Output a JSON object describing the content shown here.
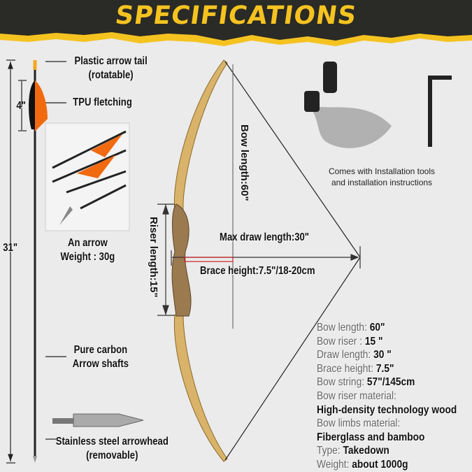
{
  "header": {
    "title": "SPECIFICATIONS"
  },
  "arrow": {
    "total_length": "31\"",
    "fletch_length": "4\"",
    "tail_label": [
      "Plastic arrow tail",
      "(rotatable)"
    ],
    "fletching_label": "TPU fletching",
    "weight_label": [
      "An arrow",
      "Weight : 30g"
    ],
    "shaft_label": [
      "Pure carbon",
      "Arrow shafts"
    ],
    "head_label": [
      "Stainless steel arrowhead",
      "(removable)"
    ]
  },
  "bow": {
    "bow_length": "Bow length:60\"",
    "riser_length": "Riser length:15\"",
    "max_draw": "Max draw length:30\"",
    "brace_height": "Brace height:7.5\"/18-20cm"
  },
  "accessories": {
    "caption": [
      "Comes with Installation tools",
      "and installation instructions"
    ]
  },
  "specs": [
    {
      "k": "Bow length:",
      "v": " 60\""
    },
    {
      "k": "Bow riser :",
      "v": " 15 \""
    },
    {
      "k": "Draw length:",
      "v": " 30 \""
    },
    {
      "k": "Brace height:",
      "v": " 7.5\""
    },
    {
      "k": "Bow string:",
      "v": " 57\"/145cm"
    },
    {
      "k": "Bow riser material:",
      "v": ""
    },
    {
      "k": "",
      "v": "High-density technology wood"
    },
    {
      "k": "Bow limbs material:",
      "v": ""
    },
    {
      "k": "",
      "v": "Fiberglass and bamboo"
    },
    {
      "k": "Type:",
      "v": " Takedown"
    },
    {
      "k": "Weight:",
      "v": " about 1000g"
    }
  ],
  "colors": {
    "accent": "#f5c320",
    "header_bg": "#2a2a26",
    "fletch": "#f26a10"
  }
}
